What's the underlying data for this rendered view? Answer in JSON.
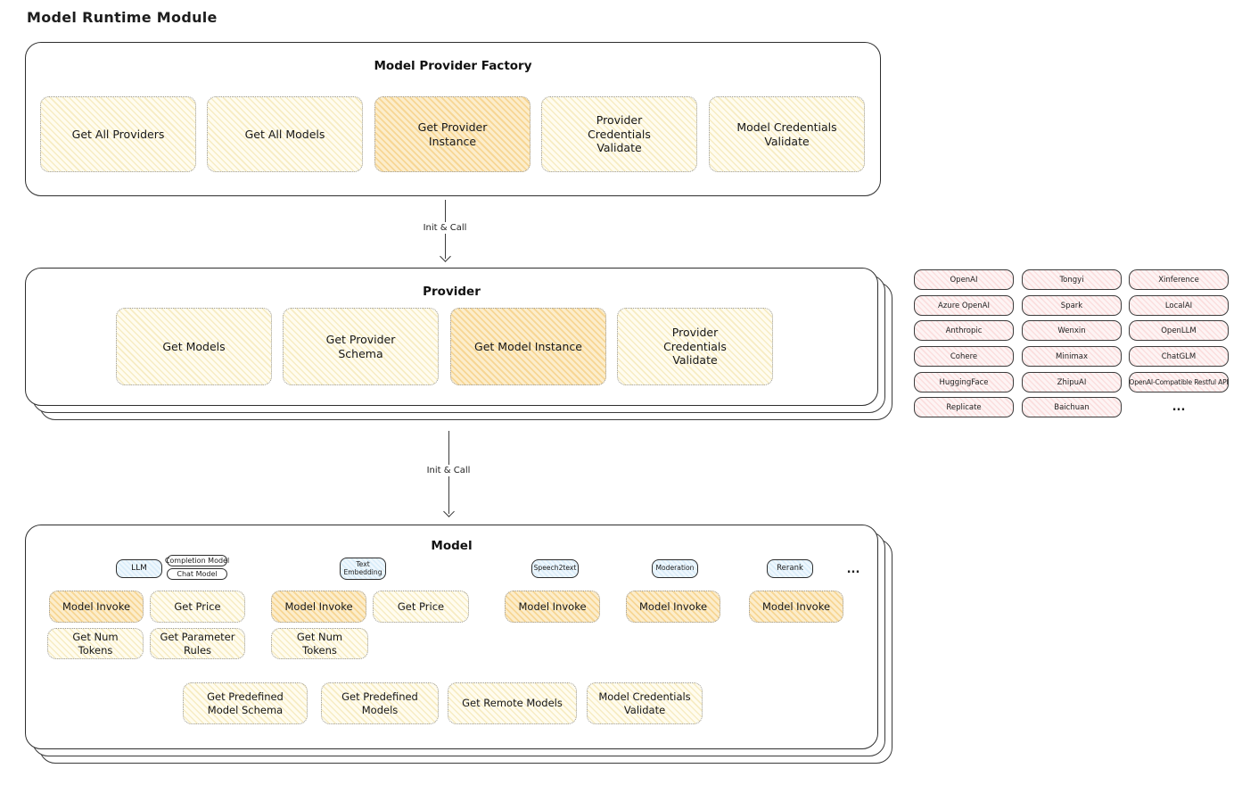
{
  "page_title": "Model Runtime Module",
  "arrows": [
    {
      "label": "Init & Call"
    },
    {
      "label": "Init & Call"
    }
  ],
  "factory": {
    "title": "Model Provider Factory",
    "items": [
      {
        "label": "Get All Providers",
        "highlighted": false
      },
      {
        "label": "Get All Models",
        "highlighted": false
      },
      {
        "label": "Get Provider Instance",
        "highlighted": true
      },
      {
        "label": "Provider Credentials Validate",
        "highlighted": false
      },
      {
        "label": "Model Credentials Validate",
        "highlighted": false
      }
    ]
  },
  "provider": {
    "title": "Provider",
    "items": [
      {
        "label": "Get Models",
        "highlighted": false
      },
      {
        "label": "Get Provider Schema",
        "highlighted": false
      },
      {
        "label": "Get Model Instance",
        "highlighted": true
      },
      {
        "label": "Provider Credentials Validate",
        "highlighted": false
      }
    ]
  },
  "providers_grid": {
    "col1": [
      "OpenAI",
      "Azure OpenAI",
      "Anthropic",
      "Cohere",
      "HuggingFace",
      "Replicate"
    ],
    "col2": [
      "Tongyi",
      "Spark",
      "Wenxin",
      "Minimax",
      "ZhipuAI",
      "Baichuan"
    ],
    "col3": [
      "Xinference",
      "LocalAI",
      "OpenLLM",
      "ChatGLM",
      "OpenAI-Compatible Restful API"
    ],
    "ellipsis": "..."
  },
  "model": {
    "title": "Model",
    "tags": {
      "llm": "LLM",
      "completion_model": "Completion Model",
      "chat_model": "Chat Model",
      "text_embedding": "Text Embedding",
      "speech2text": "Speech2text",
      "moderation": "Moderation",
      "rerank": "Rerank",
      "more": "..."
    },
    "llm_items": [
      {
        "label": "Model Invoke",
        "highlighted": true
      },
      {
        "label": "Get Price",
        "highlighted": false
      },
      {
        "label": "Get Num Tokens",
        "highlighted": false
      },
      {
        "label": "Get Parameter Rules",
        "highlighted": false
      }
    ],
    "text_embedding_items": [
      {
        "label": "Model Invoke",
        "highlighted": true
      },
      {
        "label": "Get Price",
        "highlighted": false
      },
      {
        "label": "Get Num Tokens",
        "highlighted": false
      }
    ],
    "speech2text_items": [
      {
        "label": "Model Invoke",
        "highlighted": true
      }
    ],
    "moderation_items": [
      {
        "label": "Model Invoke",
        "highlighted": true
      }
    ],
    "rerank_items": [
      {
        "label": "Model Invoke",
        "highlighted": true
      }
    ],
    "bottom_items": [
      {
        "label": "Get Predefined Model Schema"
      },
      {
        "label": "Get Predefined Models"
      },
      {
        "label": "Get Remote Models"
      },
      {
        "label": "Model Credentials Validate"
      }
    ]
  }
}
